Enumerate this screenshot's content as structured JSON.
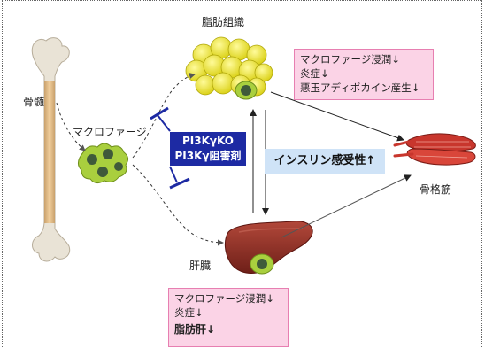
{
  "labels": {
    "bone_marrow": "骨髄",
    "macrophage": "マクロファージ",
    "adipose_tissue": "脂肪組織",
    "liver": "肝臓",
    "skeletal_muscle": "骨格筋"
  },
  "pi3k_box": {
    "line1": "PI3KγKO",
    "line2": "PI3Kγ阻害剤"
  },
  "insulin_box": {
    "text": "インスリン感受性↑"
  },
  "adipose_effects": {
    "line1": "マクロファージ浸潤↓",
    "line2": "炎症↓",
    "line3": "悪玉アディポカイン産生↓"
  },
  "liver_effects": {
    "line1": "マクロファージ浸潤↓",
    "line2": "炎症↓",
    "line3": "脂肪肝↓"
  },
  "colors": {
    "pink_fill": "#fbd3e6",
    "pink_border": "#e77fb1",
    "pi3k_blue": "#1d2aa3",
    "insulin_blue": "#cfe3f7",
    "fat_yellow": "#f3ec2a",
    "liver_brown": "#8b2e22",
    "muscle_red": "#c8362d",
    "macrophage_green": "#9fc43a"
  },
  "icons": [
    "bone-icon",
    "macrophage-cluster-icon",
    "fat-cells-icon",
    "liver-icon",
    "muscle-icon",
    "inhibition-bar-icon"
  ]
}
